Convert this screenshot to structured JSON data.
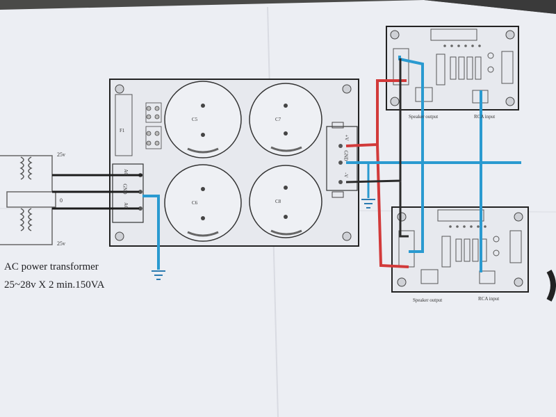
{
  "transformer": {
    "label": "AC power transformer",
    "spec": "25~28v X 2  min.150VA",
    "tap_top": "25v",
    "tap_mid": "0",
    "tap_bottom": "25v"
  },
  "psu_board": {
    "input_terminal": [
      "AC",
      "GND",
      "AC"
    ],
    "output_terminal": [
      "+V",
      "GND",
      "-V"
    ],
    "capacitors": [
      "C5",
      "C7",
      "C6",
      "C8"
    ],
    "fuse_label": "F1"
  },
  "amp_boards": [
    {
      "speaker_output_label": "Speaker output",
      "rca_input_label": "RCA input"
    },
    {
      "speaker_output_label": "Speaker output",
      "rca_input_label": "RCA input"
    }
  ],
  "wire_colors": {
    "positive": "#d23a3a",
    "ground": "#2a9ad0",
    "negative": "#2b2b2b",
    "ac": "#1c1c1c"
  }
}
